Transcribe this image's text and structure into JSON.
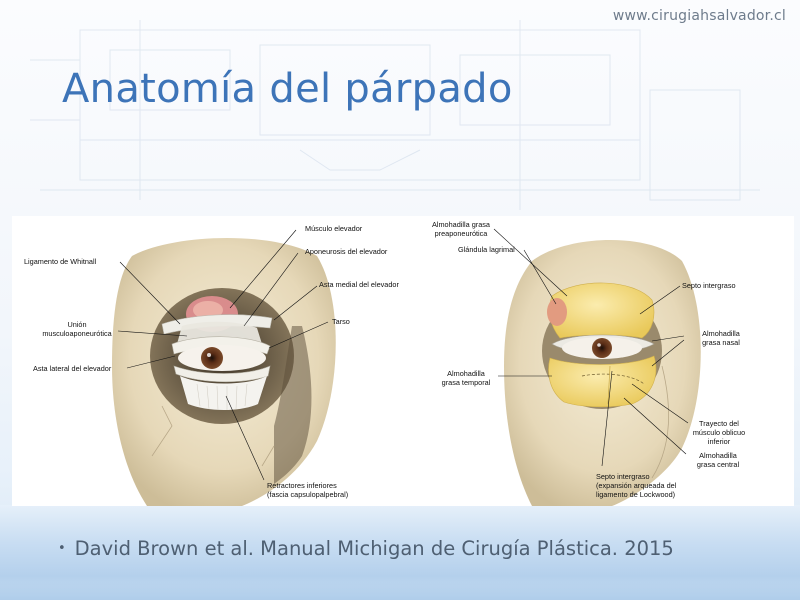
{
  "header": {
    "site_url": "www.cirugiahsalvador.cl",
    "title": "Anatomía del párpado"
  },
  "figure": {
    "left_labels": {
      "musculo_elevador": "Músculo elevador",
      "aponeurosis": "Aponeurosis del elevador",
      "ligamento_whitnall": "Ligamento de Whitnall",
      "asta_medial": "Asta medial del elevador",
      "union_1": "Unión",
      "union_2": "musculoaponeurótica",
      "tarso": "Tarso",
      "asta_lateral": "Asta lateral del elevador",
      "retractores_1": "Retractores inferiores",
      "retractores_2": "(fascia capsulopalpebral)"
    },
    "right_labels": {
      "almohadilla_preapo_1": "Almohadilla grasa",
      "almohadilla_preapo_2": "preaponeurótica",
      "glandula": "Glándula lagrimal",
      "septo_intergraso": "Septo intergraso",
      "nasal_1": "Almohadilla",
      "nasal_2": "grasa nasal",
      "temporal_1": "Almohadilla",
      "temporal_2": "grasa temporal",
      "trayecto_1": "Trayecto del",
      "trayecto_2": "músculo oblicuo",
      "trayecto_3": "inferior",
      "central_1": "Almohadilla",
      "central_2": "grasa central",
      "septo_exp_1": "Septo intergraso",
      "septo_exp_2": "(expansión arqueada del",
      "septo_exp_3": "ligamento de Lockwood)"
    }
  },
  "footer": {
    "bullet": "•",
    "citation": "David Brown et al. Manual Michigan de Cirugía Plástica. 2015"
  },
  "colors": {
    "title": "#3d74b8",
    "bone": "#e8dcc0",
    "fat": "#f3da7c",
    "muscle": "#d98c8c"
  }
}
